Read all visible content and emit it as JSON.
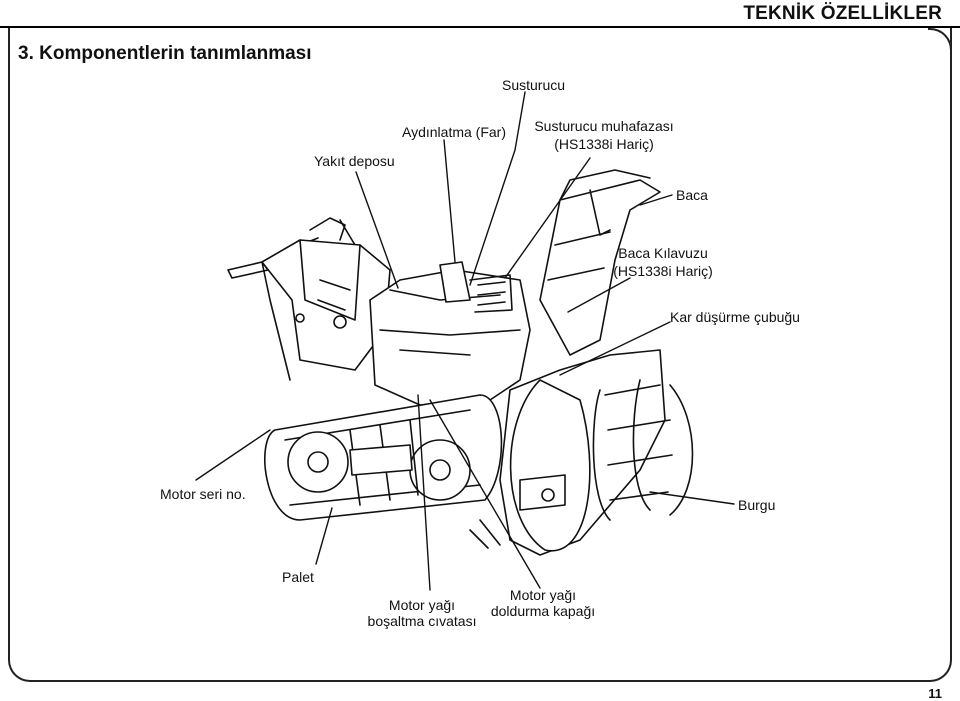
{
  "header": {
    "title": "TEKNİK ÖZELLİKLER"
  },
  "section": {
    "title": "3. Komponentlerin tanımlanması"
  },
  "labels": {
    "susturucu": "Susturucu",
    "aydinlatma": "Aydınlatma (Far)",
    "susturucu_muhafazasi_1": "Susturucu muhafazası",
    "susturucu_muhafazasi_2": "(HS1338i Hariç)",
    "yakit_deposu": "Yakıt deposu",
    "baca": "Baca",
    "baca_kilavuzu_1": "Baca Kılavuzu",
    "baca_kilavuzu_2": "(HS1338i Hariç)",
    "kar_dusurme": "Kar düşürme çubuğu",
    "motor_seri": "Motor seri no.",
    "burgu": "Burgu",
    "palet": "Palet",
    "motor_yagi_bosaltma_1": "Motor yağı",
    "motor_yagi_bosaltma_2": "boşaltma cıvatası",
    "motor_yagi_doldurma_1": "Motor yağı",
    "motor_yagi_doldurma_2": "doldurma kapağı"
  },
  "footer": {
    "page_number": "11"
  }
}
